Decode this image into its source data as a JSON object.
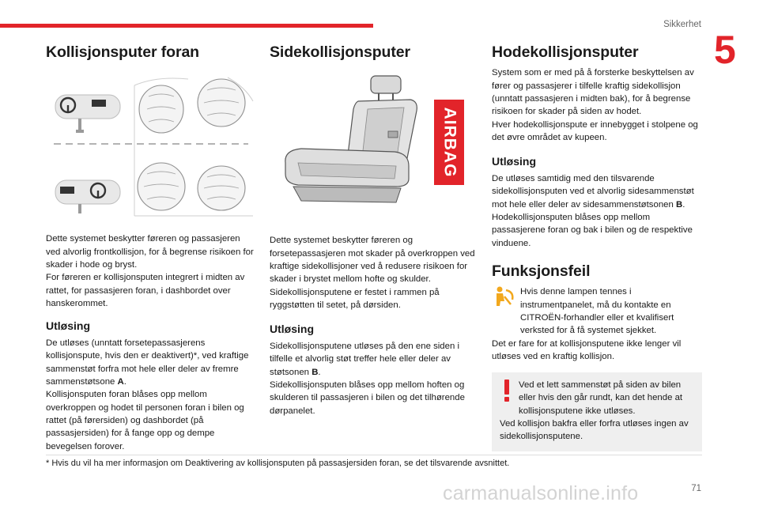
{
  "header": {
    "section": "Sikkerhet",
    "chapter": "5"
  },
  "col1": {
    "title": "Kollisjonsputer foran",
    "intro": [
      "Dette systemet beskytter føreren og passasjeren ved alvorlig frontkollisjon, for å begrense risikoen for skader i hode og bryst.",
      "For føreren er kollisjonsputen integrert i midten av rattet, for passasjeren foran, i dashbordet over hanskerommet."
    ],
    "subtitle": "Utløsing",
    "body_a": "De utløses (unntatt forsetepassasjerens kollisjonspute, hvis den er deaktivert)*, ved kraftige sammenstøt forfra mot hele eller deler av fremre sammenstøtsone ",
    "body_b": "A",
    "body_c": ".",
    "body2": "Kollisjonsputen foran blåses opp mellom overkroppen og hodet til personen foran i bilen og rattet (på førersiden) og dashbordet (på passasjersiden) for å fange opp og dempe bevegelsen forover."
  },
  "col2": {
    "title": "Sidekollisjonsputer",
    "airbag_label": "AIRBAG",
    "intro": [
      "Dette systemet beskytter føreren og forsetepassasjeren mot skader på overkroppen ved kraftige sidekollisjoner ved å redusere risikoen for skader i brystet mellom hofte og skulder.",
      "Sidekollisjonsputene er festet i rammen på ryggstøtten til setet, på dørsiden."
    ],
    "subtitle": "Utløsing",
    "body_a": "Sidekollisjonsputene utløses på den ene siden i tilfelle et alvorlig støt treffer hele eller deler av støtsonen ",
    "body_b": "B",
    "body_c": ".",
    "body2": "Sidekollisjonsputen blåses opp mellom hoften og skulderen til passasjeren i bilen og det tilhørende dørpanelet."
  },
  "col3": {
    "title": "Hodekollisjonsputer",
    "intro": [
      "System som er med på å forsterke beskyttelsen av fører og passasjerer i tilfelle kraftig sidekollisjon (unntatt passasjeren i midten bak), for å begrense risikoen for skader på siden av hodet.",
      "Hver hodekollisjonspute er innebygget i stolpene og det øvre området av kupeen."
    ],
    "subtitle": "Utløsing",
    "body": [
      "De utløses samtidig med den tilsvarende sidekollisjonsputen ved et alvorlig sidesammenstøt mot hele eller deler av sidesammenstøtsonen ",
      "B",
      ".",
      "Hodekollisjonsputen blåses opp mellom passasjerene foran og bak i bilen og de respektive vinduene."
    ],
    "fault_title": "Funksjonsfeil",
    "fault_body": [
      "Hvis denne lampen tennes i instrumentpanelet, må du kontakte en CITROËN-forhandler eller et kvalifisert verksted for å få systemet sjekket.",
      "Det er fare for at kollisjonsputene ikke lenger vil utløses ved en kraftig kollisjon."
    ],
    "alert": [
      "Ved et lett sammenstøt på siden av bilen eller hvis den går rundt, kan det hende at kollisjonsputene ikke utløses.",
      "Ved kollisjon bakfra eller forfra utløses ingen av sidekollisjonsputene."
    ]
  },
  "footnote": "* Hvis du vil ha mer informasjon om Deaktivering av kollisjonsputen på passasjersiden foran, se det tilsvarende avsnittet.",
  "page_number": "71",
  "watermark": "carmanualsonline.info",
  "colors": {
    "accent": "#e2242a",
    "warning": "#f2a81d",
    "alert_bg": "#efefef"
  }
}
